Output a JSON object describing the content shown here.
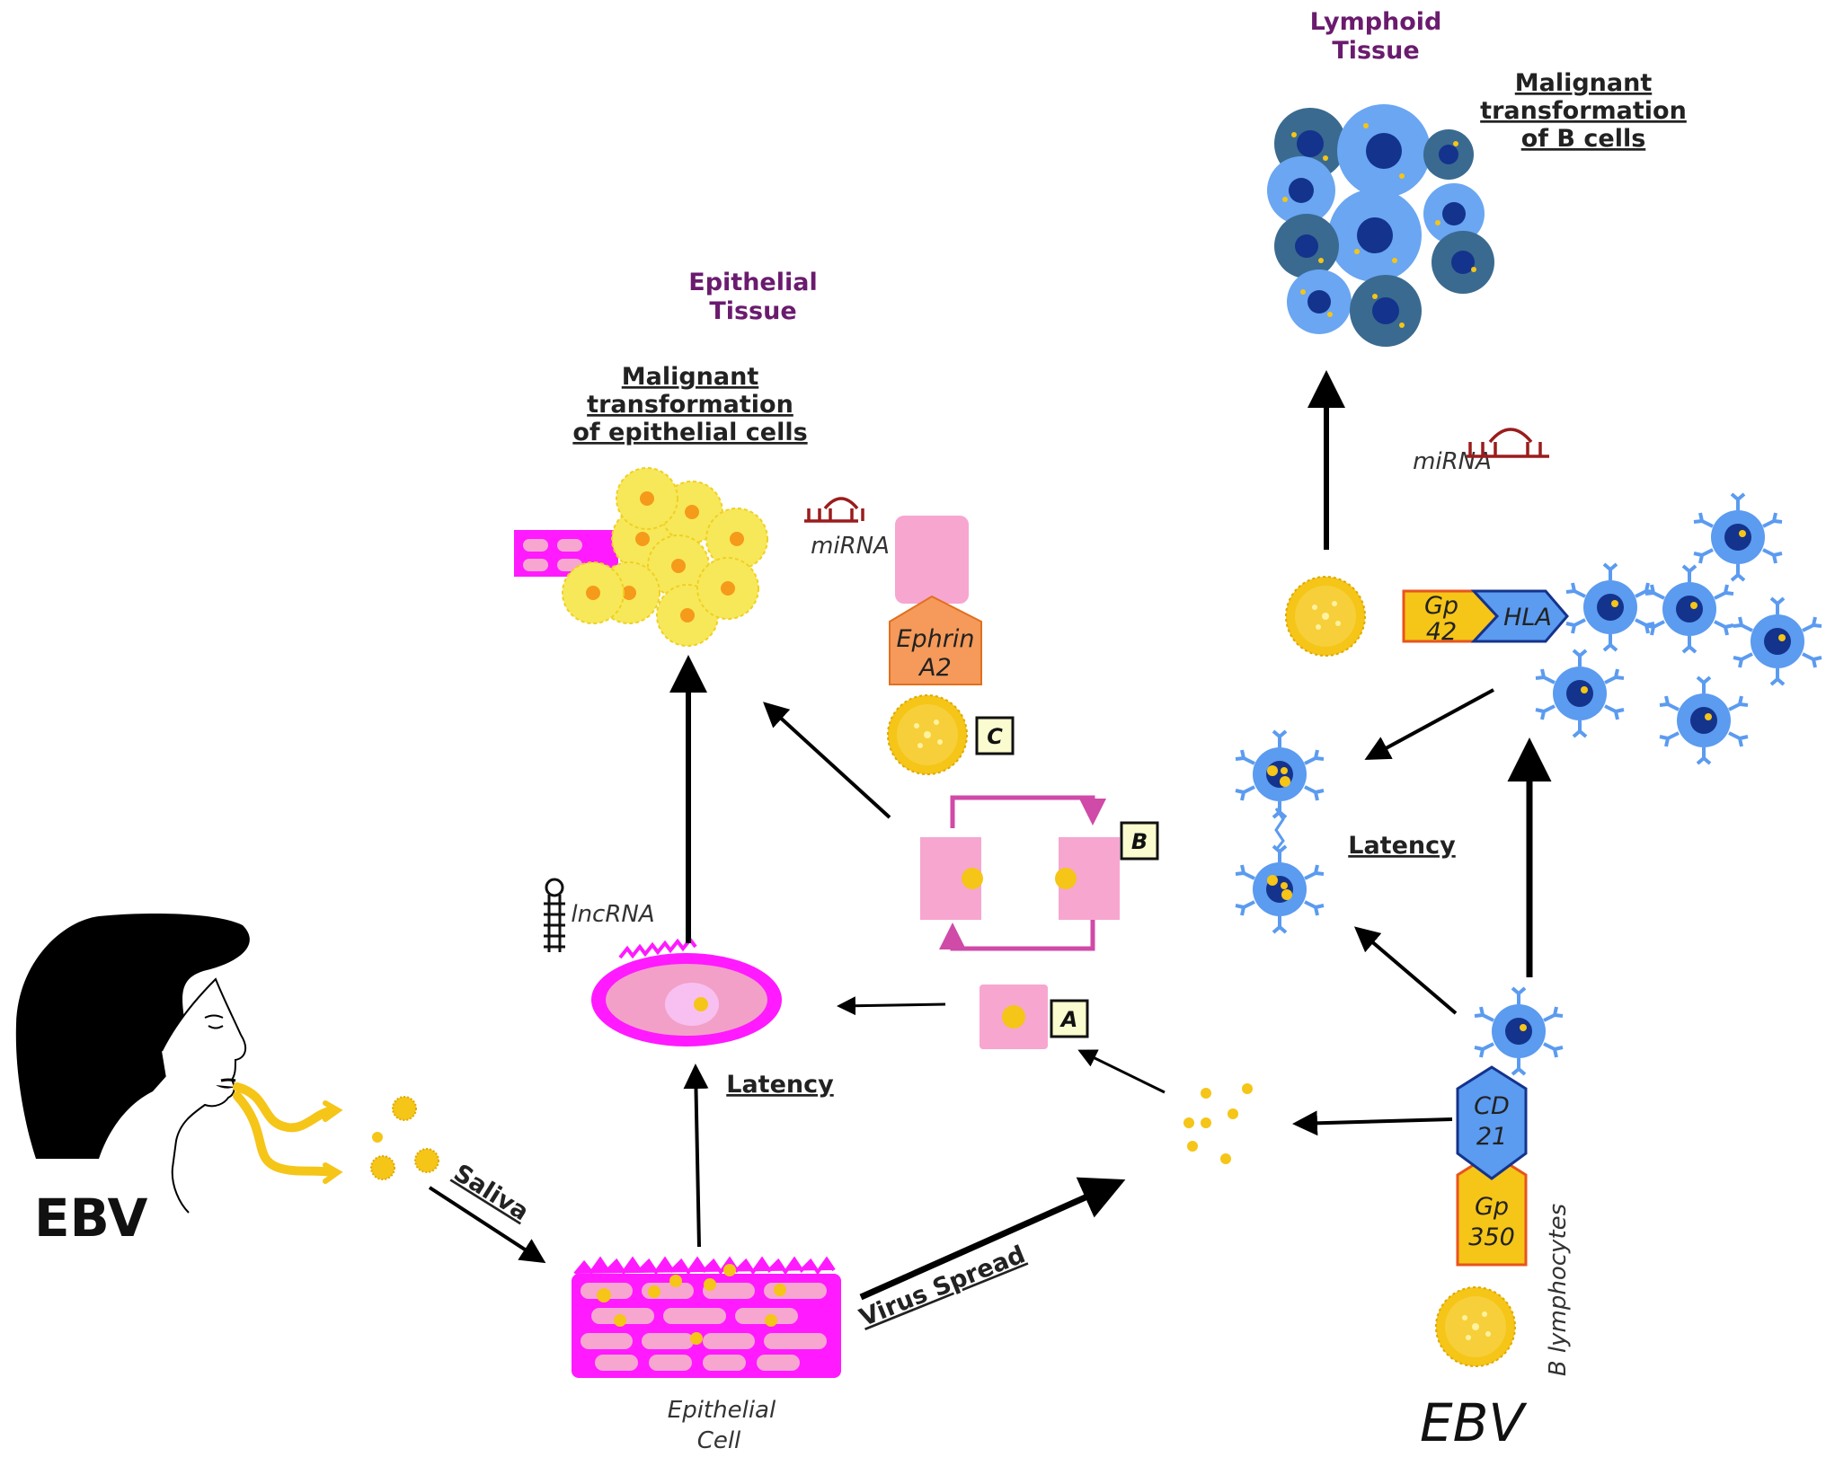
{
  "labels": {
    "lymphoid_tissue": [
      "Lymphoid",
      "Tissue"
    ],
    "epithelial_tissue": [
      "Epithelial",
      "Tissue"
    ],
    "malignant_b": [
      "Malignant",
      "transformation",
      "of B cells"
    ],
    "malignant_epi": [
      "Malignant",
      "transformation",
      "of epithelial cells"
    ],
    "mirna_epi": "miRNA",
    "mirna_lymph": "miRNA",
    "ephrin": [
      "Ephrin",
      "A2"
    ],
    "gp42": [
      "Gp",
      "42"
    ],
    "hla": "HLA",
    "cd21": [
      "CD",
      "21"
    ],
    "gp350": [
      "Gp",
      "350"
    ],
    "lncrna": "lncRNA",
    "latency_epi": "Latency",
    "latency_b": "Latency",
    "saliva": "Saliva",
    "virus_spread": "Virus Spread",
    "epithelial_cell": [
      "Epithelial",
      "Cell"
    ],
    "ebv_left": "EBV",
    "ebv_right": "EBV",
    "b_lymphocytes": "B lymphocytes",
    "box_a": "A",
    "box_b": "B",
    "box_c": "C"
  },
  "colors": {
    "virus_yellow": "#f5c518",
    "magenta": "#ff1aff",
    "pink": "#f7a6d0",
    "b_cell_blue": "#5b9bf0",
    "b_cell_dark": "#3a6a8f",
    "nucleus_navy": "#14338c",
    "title_purple": "#6a1b6e",
    "ephrin_orange": "#f59a5a",
    "mirna_red": "#9b1c1c"
  }
}
